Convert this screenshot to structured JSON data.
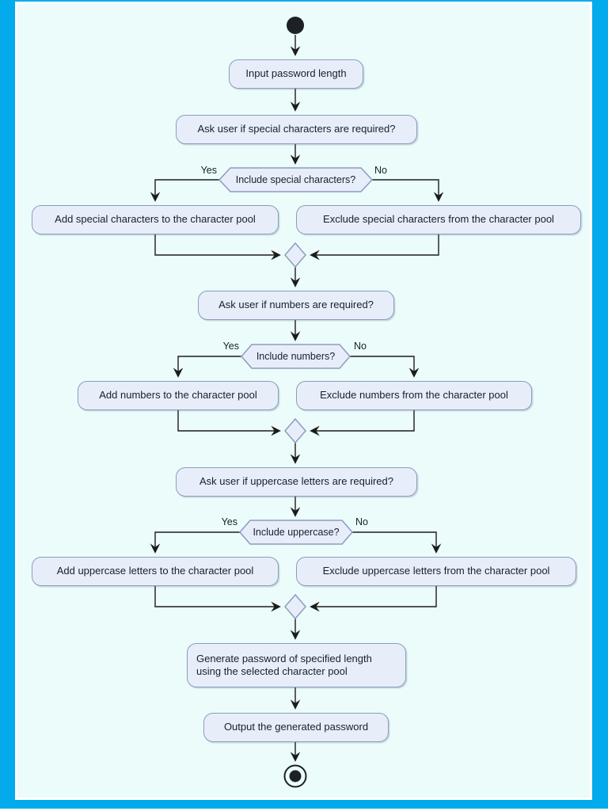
{
  "theme": {
    "frame_color": "#03abec",
    "panel_background": "#ebfcfa",
    "node_fill": "#e7eefa",
    "node_border": "#8b9cbe",
    "text_color": "#15212d",
    "connector_color": "#1c1c1c"
  },
  "diagram": {
    "type": "activity-flowchart",
    "nodes": {
      "input_length": {
        "label": "Input password length"
      },
      "ask_special": {
        "label": "Ask user if special characters are required?"
      },
      "decision_special": {
        "label": "Include special characters?",
        "yes": "Yes",
        "no": "No"
      },
      "add_special": {
        "label": "Add special characters to the character pool"
      },
      "exclude_special": {
        "label": "Exclude special characters from the character pool"
      },
      "ask_numbers": {
        "label": "Ask user if numbers are required?"
      },
      "decision_numbers": {
        "label": "Include numbers?",
        "yes": "Yes",
        "no": "No"
      },
      "add_numbers": {
        "label": "Add numbers to the character pool"
      },
      "exclude_numbers": {
        "label": "Exclude numbers from the character pool"
      },
      "ask_uppercase": {
        "label": "Ask user if uppercase letters are required?"
      },
      "decision_uppercase": {
        "label": "Include uppercase?",
        "yes": "Yes",
        "no": "No"
      },
      "add_uppercase": {
        "label": "Add uppercase letters to the character pool"
      },
      "exclude_uppercase": {
        "label": "Exclude uppercase letters from the character pool"
      },
      "generate": {
        "label": "Generate password of specified length\nusing the selected character pool"
      },
      "output": {
        "label": "Output the generated password"
      }
    }
  }
}
